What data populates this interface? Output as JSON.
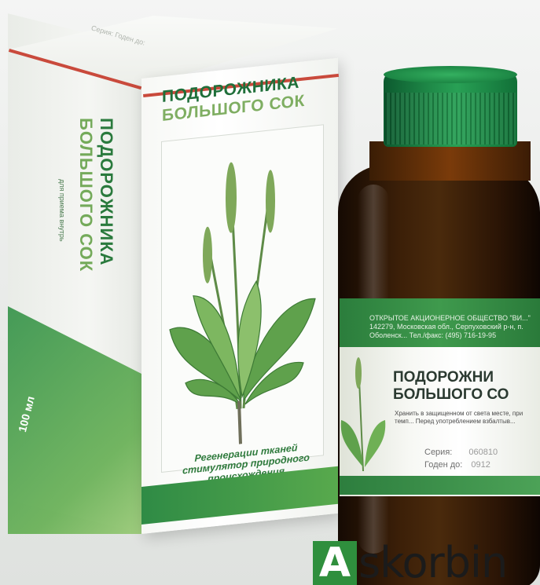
{
  "box": {
    "front_title_line1": "ПОДОРОЖНИКА",
    "front_title_line2": "БОЛЬШОГО СОК",
    "side_title_line1": "ПОДОРОЖНИКА",
    "side_title_line2": "БОЛЬШОГО СОК",
    "side_note": "для приема внутрь",
    "volume": "100 мл",
    "slogan": "Регенерации тканей стимулятор природного происхождения",
    "lid_text": "Серия: Годен до:"
  },
  "bottle": {
    "band_text": "ОТКРЫТОЕ АКЦИОНЕРНОЕ ОБЩЕСТВО \"ВИ...\" 142279, Московская обл., Серпуховский р-н, п. Оболенск... Тел./факс: (495) 716-19-95",
    "title_line1": "ПОДОРОЖНИ",
    "title_line2": "БОЛЬШОГО СО",
    "desc": "Хранить в защищенном от света месте, при темп... Перед употреблением взбалтыв...",
    "serie_label": "Серия:",
    "expiry_label": "Годен до:",
    "serie_value": "060810",
    "expiry_value": "0912"
  },
  "watermark": {
    "letter": "A",
    "rest": "skorbin"
  },
  "colors": {
    "brand_green": "#2f8f3d",
    "title_green": "#1f6f3a",
    "light_green": "#7fae62",
    "cap_green": "#1f8a48",
    "bottle_brown": "#3b1f08"
  }
}
